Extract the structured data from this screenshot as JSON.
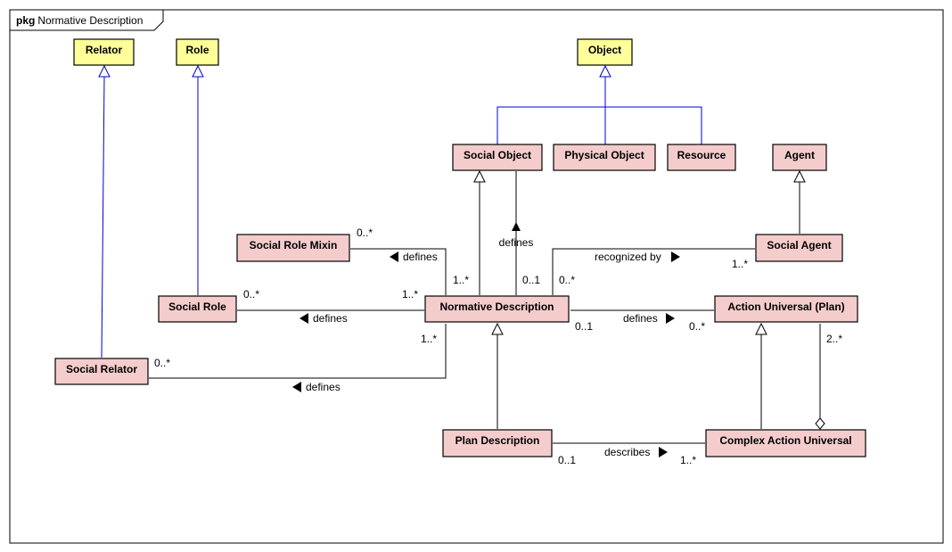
{
  "package": {
    "keyword": "pkg",
    "name": "Normative Description"
  },
  "colors": {
    "stereotype_fill": "#ffff99",
    "class_fill": "#f4cccc",
    "generalization_blue": "#0000cc",
    "line": "#000000"
  },
  "classes": {
    "relator": "Relator",
    "role": "Role",
    "object": "Object",
    "social_object": "Social Object",
    "physical_object": "Physical Object",
    "resource": "Resource",
    "agent": "Agent",
    "social_role_mixin": "Social Role Mixin",
    "social_agent": "Social Agent",
    "social_role": "Social Role",
    "normative_description": "Normative Description",
    "action_universal_plan": "Action Universal (Plan)",
    "social_relator": "Social Relator",
    "plan_description": "Plan Description",
    "complex_action_universal": "Complex Action Universal"
  },
  "associations": {
    "nd_defines_srm": {
      "label": "defines",
      "target_mult": "0..*",
      "source_mult": "1..*"
    },
    "nd_defines_sr": {
      "label": "defines",
      "target_mult": "0..*",
      "source_mult": "1..*"
    },
    "nd_defines_srel": {
      "label": "defines",
      "target_mult": "0..*",
      "source_mult": "1..*"
    },
    "so_defines_nd": {
      "label": "defines",
      "source_mult": "0..1"
    },
    "nd_recognized_by_sa": {
      "label": "recognized by",
      "source_mult": "0..*",
      "target_mult": "1..*"
    },
    "nd_defines_aup": {
      "label": "defines",
      "source_mult": "0..1",
      "target_mult": "0..*"
    },
    "cau_aggregates_aup": {
      "target_mult": "2..*"
    },
    "pd_describes_cau": {
      "label": "describes",
      "source_mult": "0..1",
      "target_mult": "1..*"
    }
  }
}
